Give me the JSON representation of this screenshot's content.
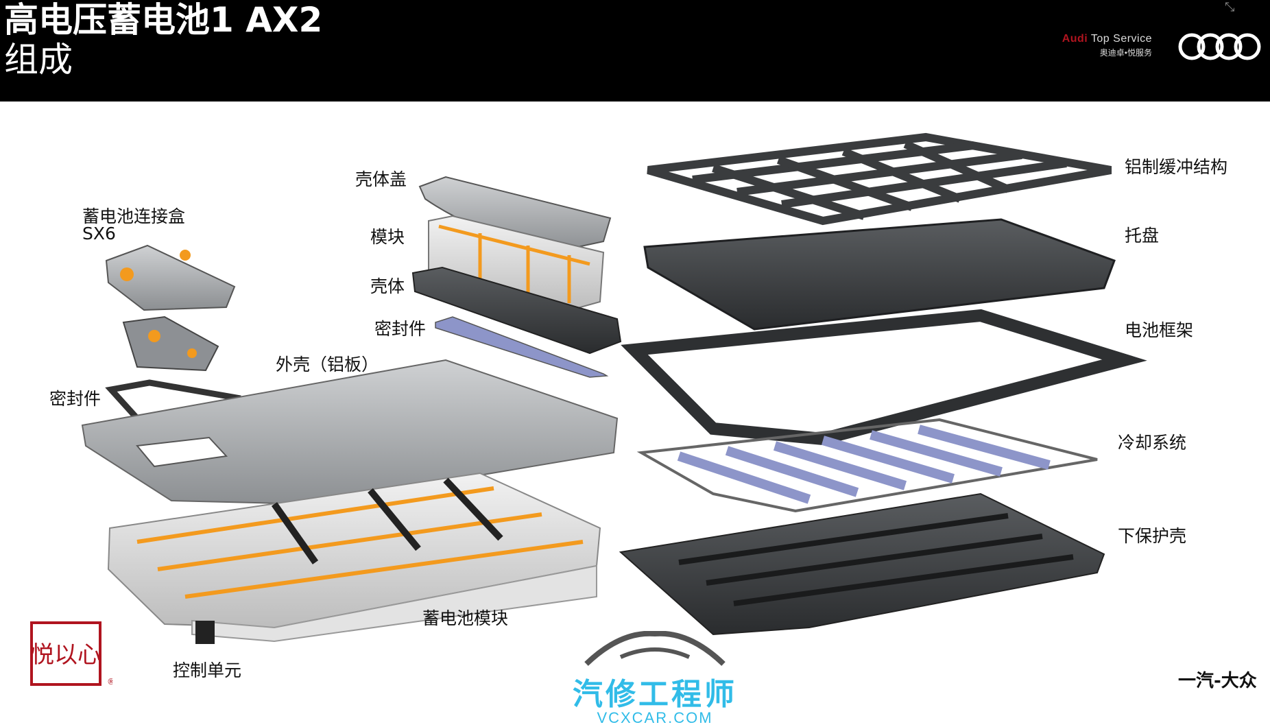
{
  "header": {
    "title_line1": "高电压蓄电池1 AX2",
    "title_line2": "组成",
    "service_brand": "Audi",
    "service_text": "Top Service",
    "service_sub": "奥迪卓•悦服务",
    "corner_icon": "compress-icon"
  },
  "labels": {
    "housing_cover": "壳体盖",
    "junction_box": "蓄电池连接盒",
    "junction_box_code": "SX6",
    "module": "模块",
    "housing": "壳体",
    "seal_upper": "密封件",
    "seal_left": "密封件",
    "outer_shell": "外壳（铝板）",
    "battery_module": "蓄电池模块",
    "control_unit": "控制单元",
    "aluminium_crash": "铝制缓冲结构",
    "tray": "托盘",
    "battery_frame": "电池框架",
    "cooling_system": "冷却系统",
    "lower_shield": "下保护壳"
  },
  "watermark": {
    "cn": "汽修工程师",
    "en": "VCXCAR.COM"
  },
  "footer": {
    "faw": "一汽-大众",
    "seal_text": "悦以心"
  },
  "colors": {
    "header_bg": "#000000",
    "accent_orange": "#f39a1e",
    "watermark_blue": "#31bce8",
    "seal_red": "#b0141f"
  }
}
